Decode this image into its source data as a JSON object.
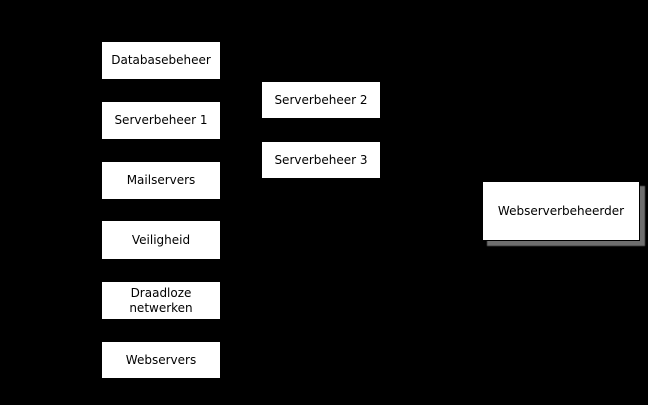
{
  "diagram": {
    "background_color": "#000000",
    "node_fill_color": "#ffffff",
    "node_border_color": "#000000",
    "node_text_color": "#000000",
    "shadow_color": "#6f6f6f",
    "nodes": [
      {
        "label": "Databasebeheer"
      },
      {
        "label": "Serverbeheer 1"
      },
      {
        "label": "Mailservers"
      },
      {
        "label": "Veiligheid"
      },
      {
        "label": "Draadloze netwerken"
      },
      {
        "label": "Webservers"
      },
      {
        "label": "Serverbeheer 2"
      },
      {
        "label": "Serverbeheer 3"
      },
      {
        "label": "Webserverbeheerder",
        "has_shadow": true
      }
    ]
  }
}
